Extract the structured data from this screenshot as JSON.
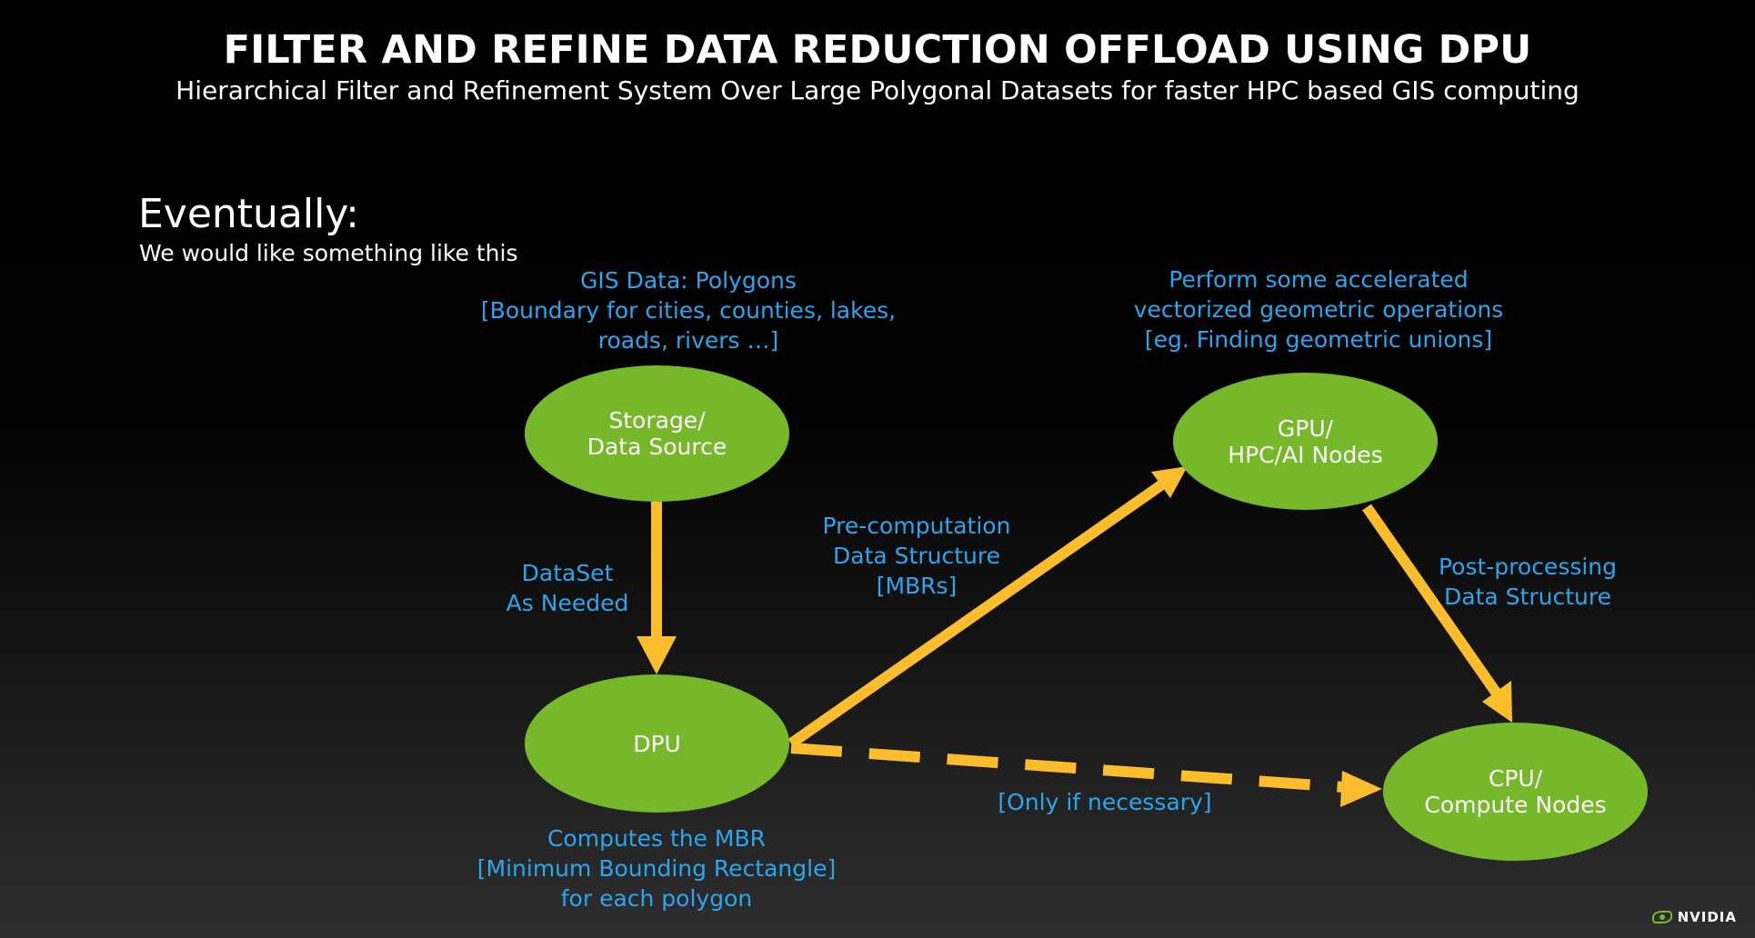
{
  "slide": {
    "title": "FILTER AND REFINE DATA REDUCTION OFFLOAD USING DPU",
    "subtitle": "Hierarchical Filter and Refinement System Over Large Polygonal Datasets for faster HPC based GIS computing"
  },
  "intro": {
    "heading": "Eventually:",
    "subheading": "We would like something like this"
  },
  "nodes": {
    "storage": {
      "line1": "Storage/",
      "line2": "Data Source"
    },
    "dpu": {
      "line1": "DPU"
    },
    "gpu": {
      "line1": "GPU/",
      "line2": "HPC/AI Nodes"
    },
    "cpu": {
      "line1": "CPU/",
      "line2": "Compute Nodes"
    }
  },
  "annotations": {
    "gis_data": [
      "GIS Data: Polygons",
      "[Boundary for cities, counties, lakes,",
      "roads, rivers …]"
    ],
    "gpu_ops": [
      "Perform some accelerated",
      "vectorized geometric operations",
      "[eg. Finding geometric unions]"
    ],
    "mbr": [
      "Computes the MBR",
      "[Minimum Bounding Rectangle]",
      "for each polygon"
    ]
  },
  "edges": {
    "dataset": [
      "DataSet",
      "As Needed"
    ],
    "precomputation": [
      "Pre-computation",
      "Data Structure",
      "[MBRs]"
    ],
    "postprocessing": [
      "Post-processing",
      "Data Structure"
    ],
    "optional": "[Only if necessary]"
  },
  "colors": {
    "node_fill": "#76b82a",
    "arrow": "#fbbd2c",
    "annotation_text": "#2aa6ee",
    "title_text": "#ffffff",
    "background": "#000000"
  },
  "logo": {
    "text": "NVIDIA"
  }
}
